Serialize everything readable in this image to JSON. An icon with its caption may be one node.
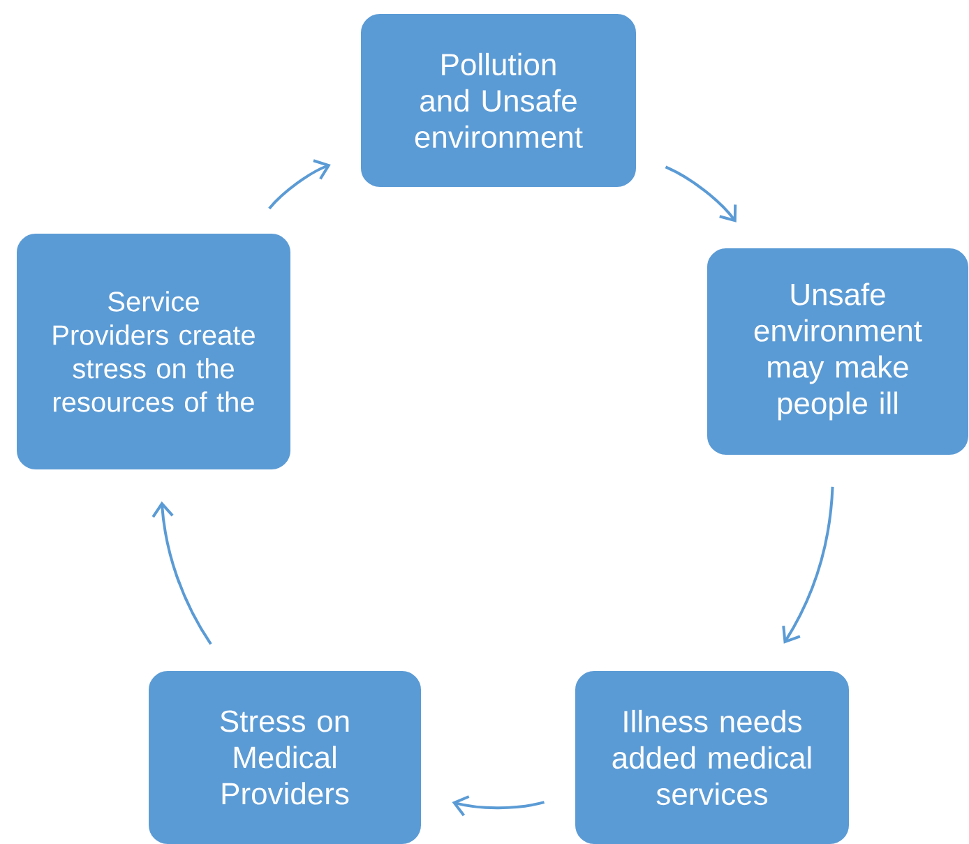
{
  "diagram": {
    "nodes": [
      {
        "text": [
          "Pollution and Unsafe environment"
        ]
      },
      {
        "text": [
          "Unsafe environment may make people ill"
        ]
      },
      {
        "text": [
          "Illness needs added medical services"
        ]
      },
      {
        "text": [
          "Stress on Medical Providers"
        ]
      },
      {
        "text": [
          "Service Providers create stress on the resources of the"
        ]
      }
    ],
    "edges": [
      {
        "from": 0,
        "to": 1,
        "arrow": "to"
      },
      {
        "from": 1,
        "to": 2,
        "arrow": "to"
      },
      {
        "from": 2,
        "to": 3,
        "arrow": "to"
      },
      {
        "from": 3,
        "to": 4,
        "arrow": "to"
      },
      {
        "from": 4,
        "to": 0,
        "arrow": "to"
      }
    ]
  }
}
